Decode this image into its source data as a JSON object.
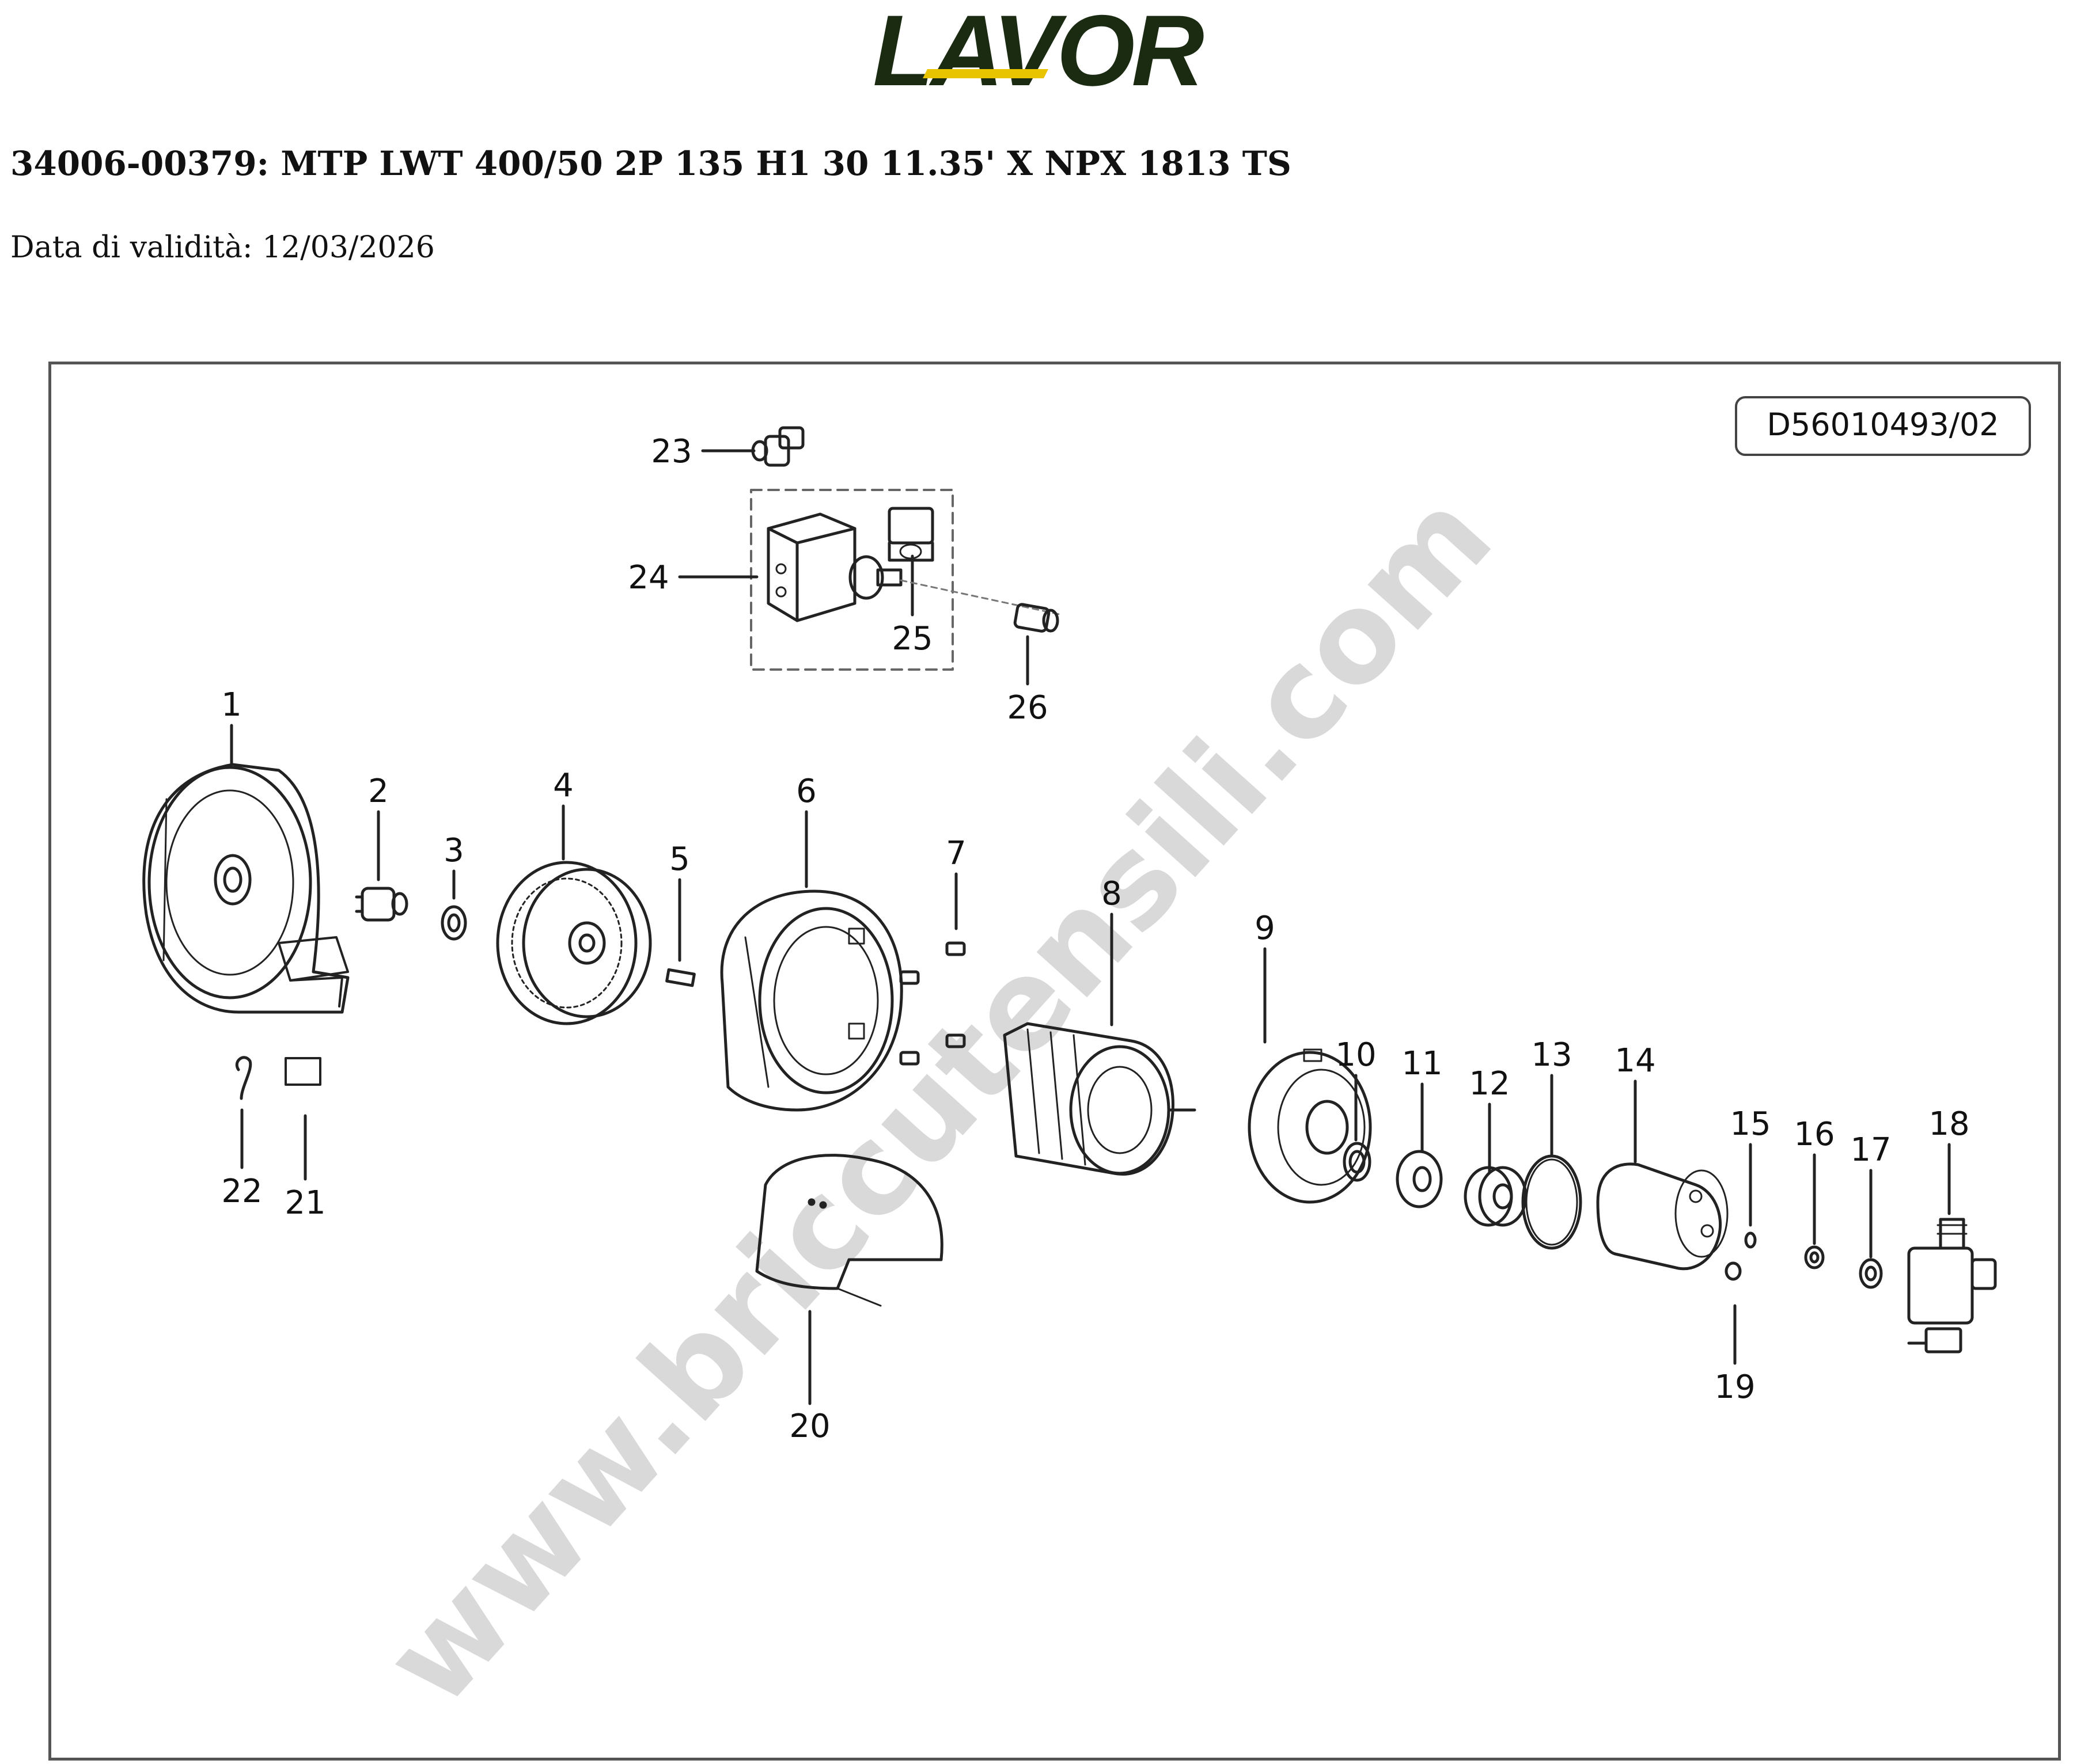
{
  "header": {
    "brand": "LAVOR",
    "title": "34006-00379: MTP LWT 400/50 2P 135 H1 30 11.35' X NPX 1813 TS",
    "validity": "Data di validità: 12/03/2026"
  },
  "diagram": {
    "drawing_code": "D56010493/02",
    "watermark": "www.briccutensili.com",
    "colors": {
      "line": "#222222",
      "frame": "#555555",
      "brand": "#1a2b12",
      "watermark": "#d9d9d9"
    },
    "parts": [
      {
        "label": "1"
      },
      {
        "label": "2"
      },
      {
        "label": "3"
      },
      {
        "label": "4"
      },
      {
        "label": "5"
      },
      {
        "label": "6"
      },
      {
        "label": "7"
      },
      {
        "label": "8"
      },
      {
        "label": "9"
      },
      {
        "label": "10"
      },
      {
        "label": "11"
      },
      {
        "label": "12"
      },
      {
        "label": "13"
      },
      {
        "label": "14"
      },
      {
        "label": "15"
      },
      {
        "label": "16"
      },
      {
        "label": "17"
      },
      {
        "label": "18"
      },
      {
        "label": "19"
      },
      {
        "label": "20"
      },
      {
        "label": "21"
      },
      {
        "label": "22"
      },
      {
        "label": "23"
      },
      {
        "label": "24"
      },
      {
        "label": "25"
      },
      {
        "label": "26"
      }
    ]
  }
}
